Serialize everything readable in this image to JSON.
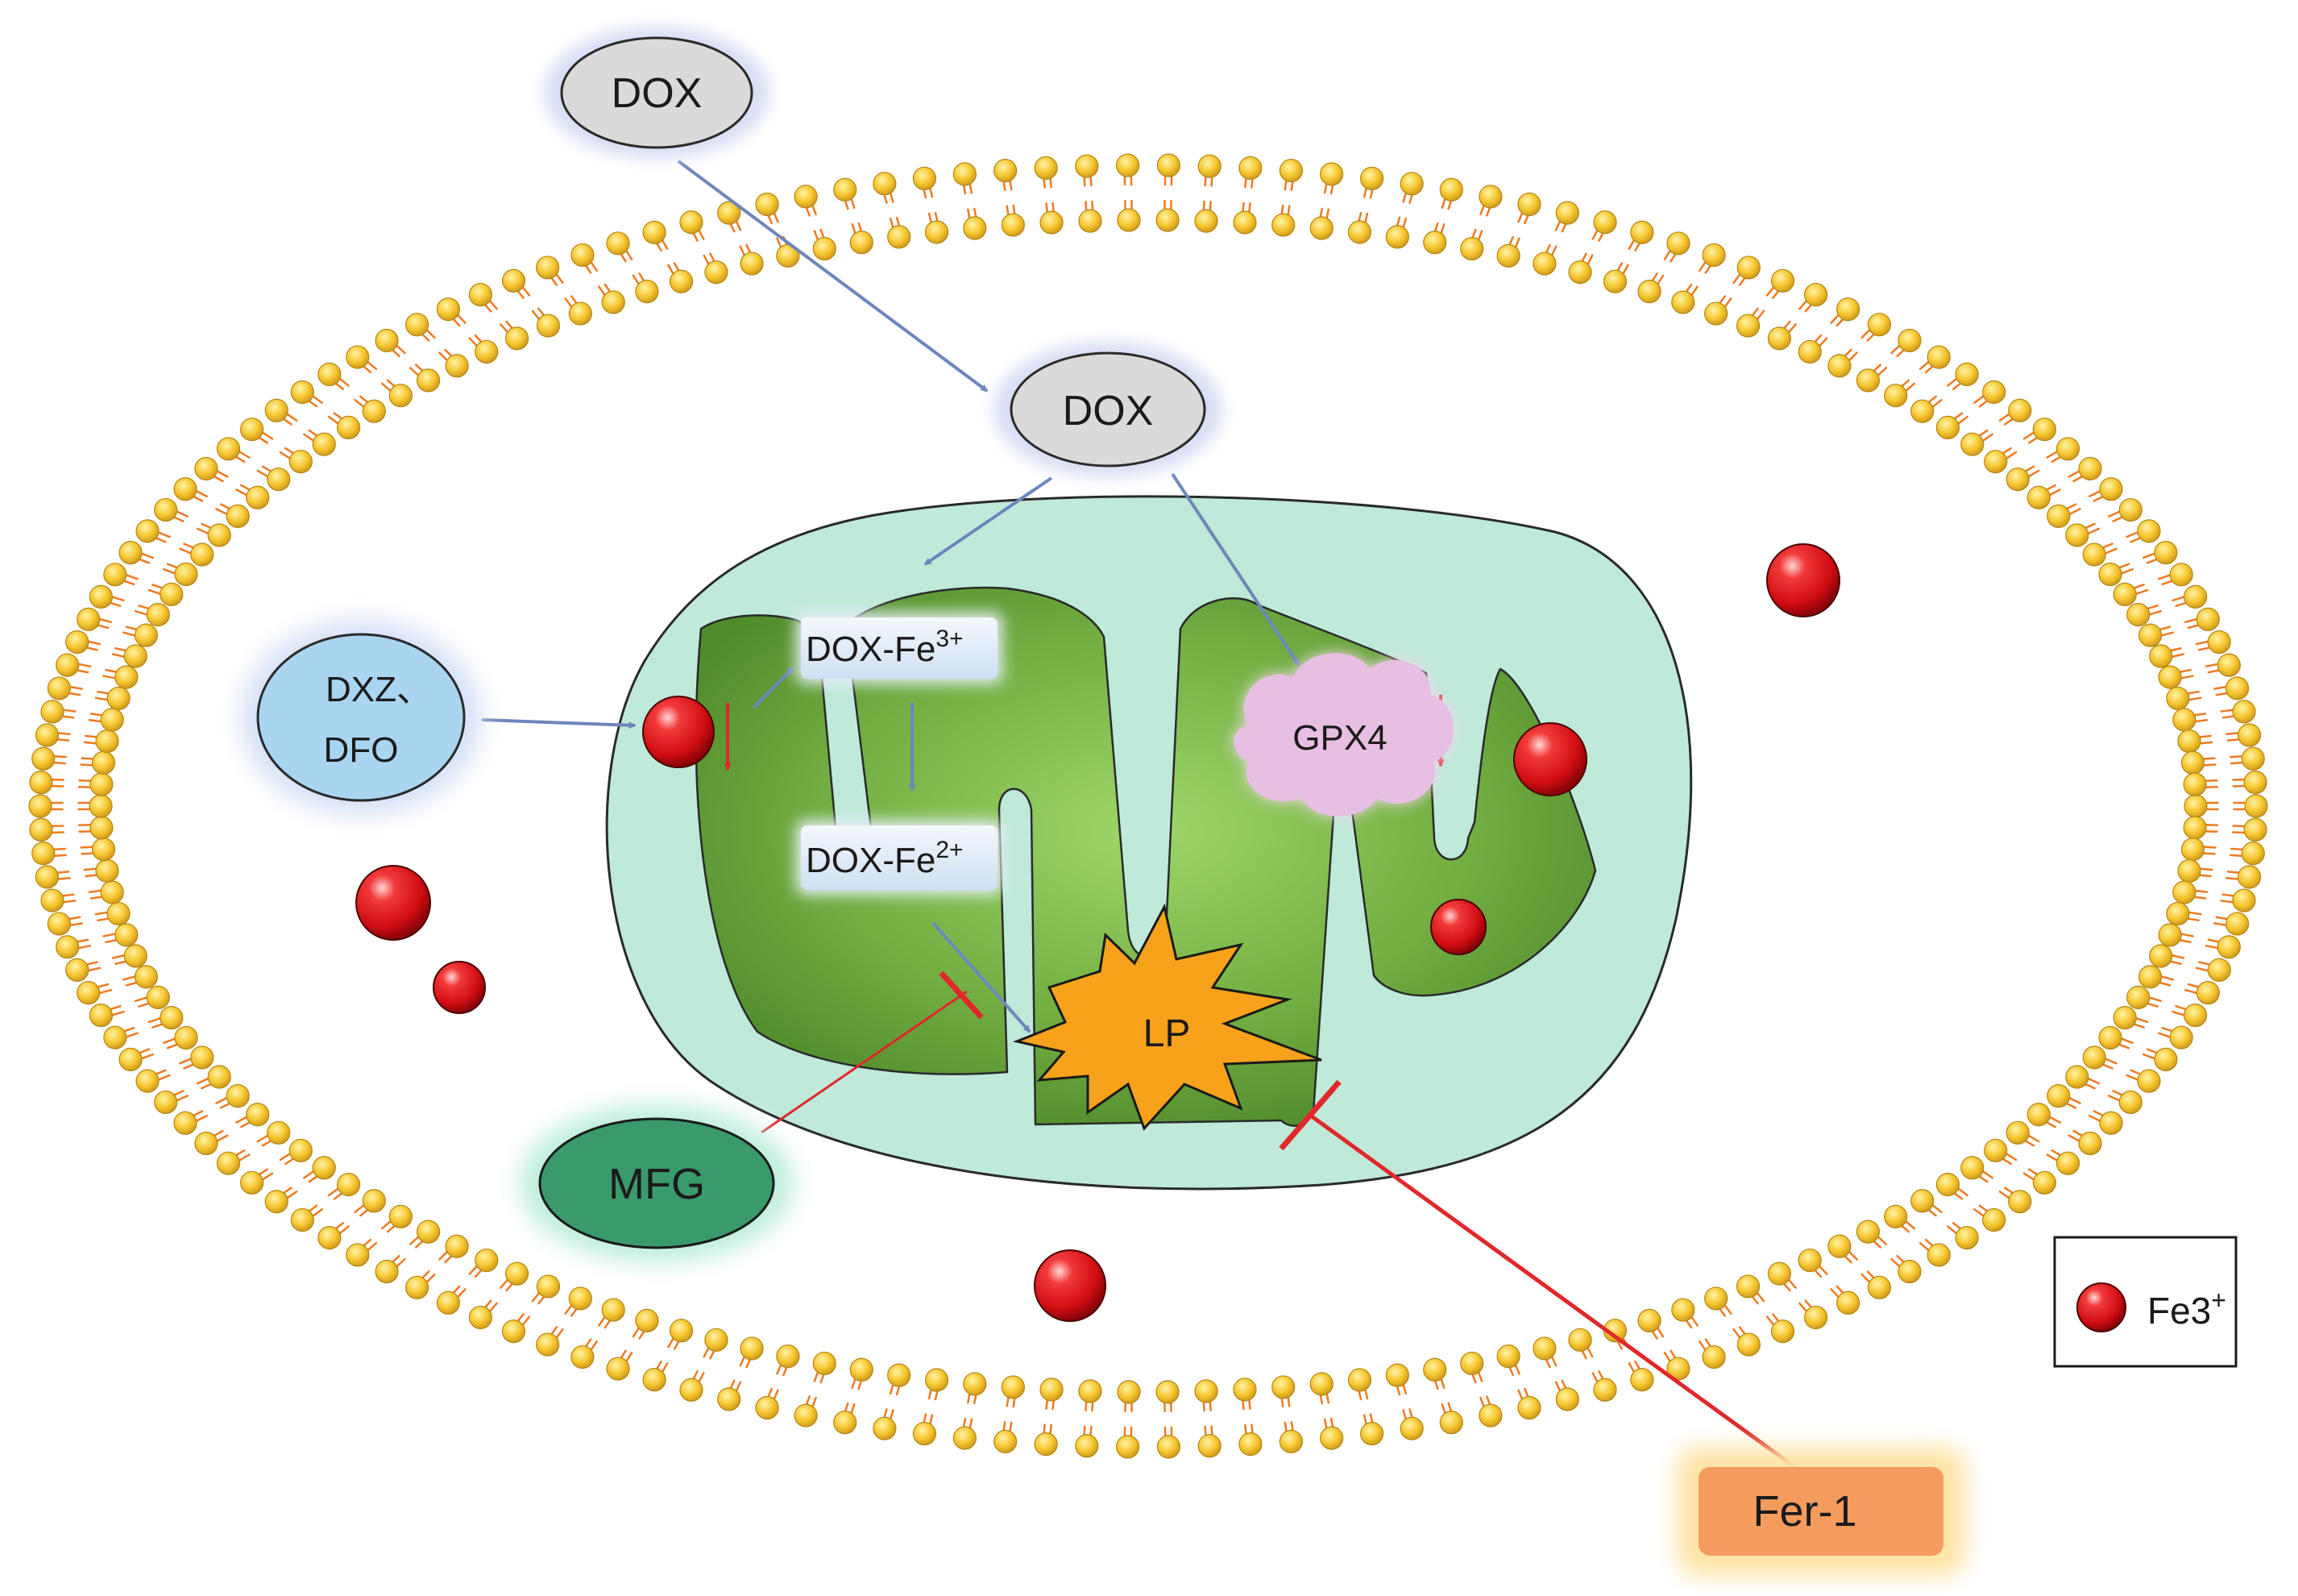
{
  "nodes": {
    "dox_outside": "DOX",
    "dox_inside": "DOX",
    "dox_fe3": "DOX-Fe",
    "dox_fe3_sup": "3+",
    "dox_fe2": "DOX-Fe",
    "dox_fe2_sup": "2+",
    "dxz_line1": "DXZ、",
    "dxz_line2": "DFO",
    "gpx4": "GPX4",
    "lp": "LP",
    "mfg": "MFG",
    "fer1": "Fer-1"
  },
  "legend": {
    "label": "Fe3",
    "sup": "+"
  },
  "colors": {
    "membrane_head": "#f5c22a",
    "membrane_tail": "#ee7a22",
    "mito_outer": "#bfe9d8",
    "mito_matrix": "#6aa83c",
    "arrow_blue": "#6e86bd",
    "inhibit_red": "#e0282a",
    "iron_red": "#e0141c",
    "mfg": "#3a9a6c",
    "fer1": "#f49b5e",
    "gpx4": "#e7bfe2",
    "lp": "#f7a21a",
    "dxz": "#a9d5f0",
    "dox": "#dadada"
  }
}
